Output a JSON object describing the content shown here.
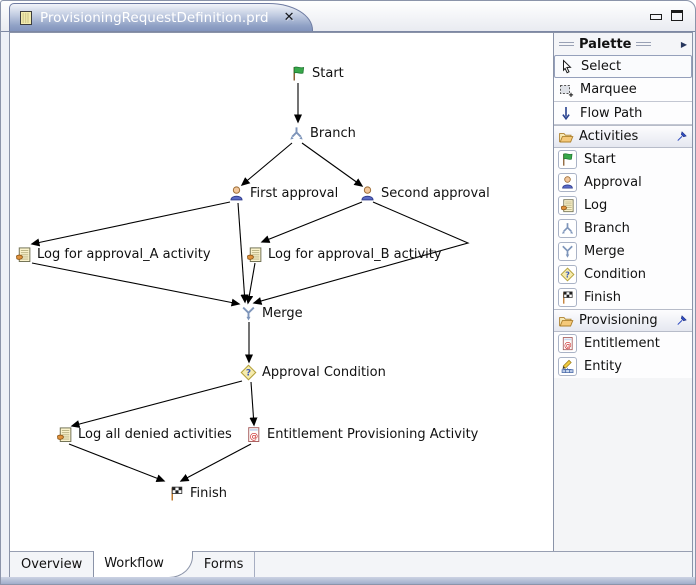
{
  "editor_tab": {
    "title": "ProvisioningRequestDefinition.prd"
  },
  "icons": {
    "close": "✕",
    "palette_arrow": "▶"
  },
  "workflow": {
    "nodes": [
      {
        "id": "start",
        "label": "Start",
        "type": "start"
      },
      {
        "id": "branch",
        "label": "Branch",
        "type": "branch"
      },
      {
        "id": "first_approval",
        "label": "First approval",
        "type": "approval"
      },
      {
        "id": "second_approval",
        "label": "Second approval",
        "type": "approval"
      },
      {
        "id": "log_a",
        "label": "Log for approval_A activity",
        "type": "log"
      },
      {
        "id": "log_b",
        "label": "Log for approval_B activity",
        "type": "log"
      },
      {
        "id": "merge",
        "label": "Merge",
        "type": "merge"
      },
      {
        "id": "condition",
        "label": "Approval Condition",
        "type": "condition"
      },
      {
        "id": "log_denied",
        "label": "Log all denied activities",
        "type": "log"
      },
      {
        "id": "entitlement_activity",
        "label": "Entitlement Provisioning Activity",
        "type": "entitlement"
      },
      {
        "id": "finish",
        "label": "Finish",
        "type": "finish"
      }
    ],
    "edges": [
      [
        "start",
        "branch"
      ],
      [
        "branch",
        "first_approval"
      ],
      [
        "branch",
        "second_approval"
      ],
      [
        "first_approval",
        "log_a"
      ],
      [
        "first_approval",
        "merge"
      ],
      [
        "second_approval",
        "log_b"
      ],
      [
        "second_approval",
        "merge"
      ],
      [
        "log_a",
        "merge"
      ],
      [
        "log_b",
        "merge"
      ],
      [
        "merge",
        "condition"
      ],
      [
        "condition",
        "log_denied"
      ],
      [
        "condition",
        "entitlement_activity"
      ],
      [
        "log_denied",
        "finish"
      ],
      [
        "entitlement_activity",
        "finish"
      ]
    ]
  },
  "palette": {
    "title": "Palette",
    "tools": [
      {
        "label": "Select",
        "selected": true
      },
      {
        "label": "Marquee",
        "selected": false
      },
      {
        "label": "Flow Path",
        "selected": false
      }
    ],
    "drawers": [
      {
        "label": "Activities",
        "items": [
          {
            "label": "Start"
          },
          {
            "label": "Approval"
          },
          {
            "label": "Log"
          },
          {
            "label": "Branch"
          },
          {
            "label": "Merge"
          },
          {
            "label": "Condition"
          },
          {
            "label": "Finish"
          }
        ]
      },
      {
        "label": "Provisioning",
        "items": [
          {
            "label": "Entitlement"
          },
          {
            "label": "Entity"
          }
        ]
      }
    ]
  },
  "bottom_tabs": [
    {
      "label": "Overview",
      "selected": false
    },
    {
      "label": "Workflow",
      "selected": true
    },
    {
      "label": "Forms",
      "selected": false
    }
  ],
  "colors": {
    "tab_gradient_bottom": "#8294bd",
    "canvas_bg": "#ffffff",
    "edge_stroke": "#000000",
    "flow_icon_blue": "#7e95ba",
    "palette_selection_border": "#95a0bb"
  }
}
